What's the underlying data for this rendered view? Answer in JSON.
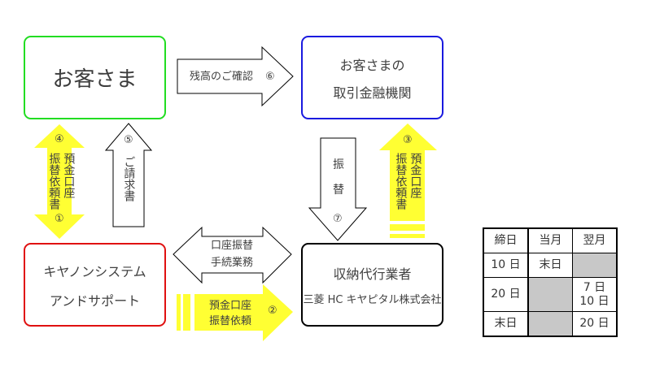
{
  "colors": {
    "customer_border": "#22dd22",
    "bank_border": "#1a1adf",
    "canon_border": "#e01010",
    "agent_border": "#000000",
    "yellow_arrow": "#ffff33",
    "gray_cell": "#c8c8c8"
  },
  "boxes": {
    "customer": "お客さま",
    "bank_line1": "お客さまの",
    "bank_line2": "取引金融機関",
    "canon_line1": "キヤノンシステム",
    "canon_line2": "アンドサポート",
    "agent_line1": "収納代行業者",
    "agent_line2": "三菱 HC キヤピタル株式会社"
  },
  "arrows": {
    "balance_check": "残高のご確認",
    "balance_check_num": "⑥",
    "left_yellow_num_top": "④",
    "left_yellow_col1": "預金口座",
    "left_yellow_col2": "振替依頼書",
    "left_yellow_num_bottom": "①",
    "invoice_num": "⑤",
    "invoice": "ご請求書",
    "transfer_col1": "振",
    "transfer_col2": "替",
    "transfer_num": "⑦",
    "right_yellow_num": "③",
    "right_yellow_col1": "預金口座",
    "right_yellow_col2": "振替依頼書",
    "procedure_line1": "口座振替",
    "procedure_line2": "手続業務",
    "request_line1": "預金口座",
    "request_line2": "振替依頼",
    "request_num": "②"
  },
  "schedule": {
    "headers": [
      "締日",
      "当月",
      "翌月"
    ],
    "rows": [
      {
        "close": "10 日",
        "this_month": "末日",
        "next_month": ""
      },
      {
        "close": "20 日",
        "this_month": "",
        "next_month_line1": "7 日",
        "next_month_line2": "10 日"
      },
      {
        "close": "末日",
        "this_month": "",
        "next_month": "20 日"
      }
    ]
  }
}
